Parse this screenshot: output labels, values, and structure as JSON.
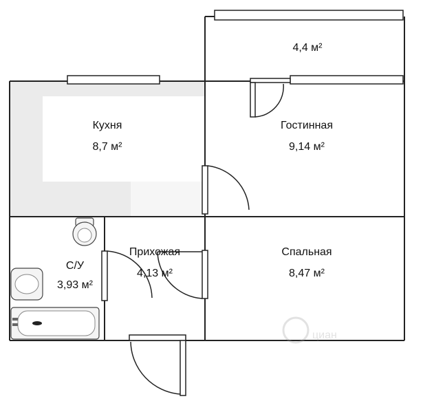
{
  "rooms": {
    "balcony": {
      "name": "",
      "area": "4,4 м²"
    },
    "kitchen": {
      "name": "Кухня",
      "area": "8,7 м²"
    },
    "living": {
      "name": "Гостинная",
      "area": "9,14 м²"
    },
    "bathroom": {
      "name": "С/У",
      "area": "3,93 м²"
    },
    "hallway": {
      "name": "Прихожая",
      "area": "4,13 м²"
    },
    "bedroom": {
      "name": "Спальная",
      "area": "8,47 м²"
    }
  },
  "watermark": "циан",
  "colors": {
    "wall": "#222222",
    "kitchen_fill": "#ebebeb",
    "background": "#ffffff"
  }
}
